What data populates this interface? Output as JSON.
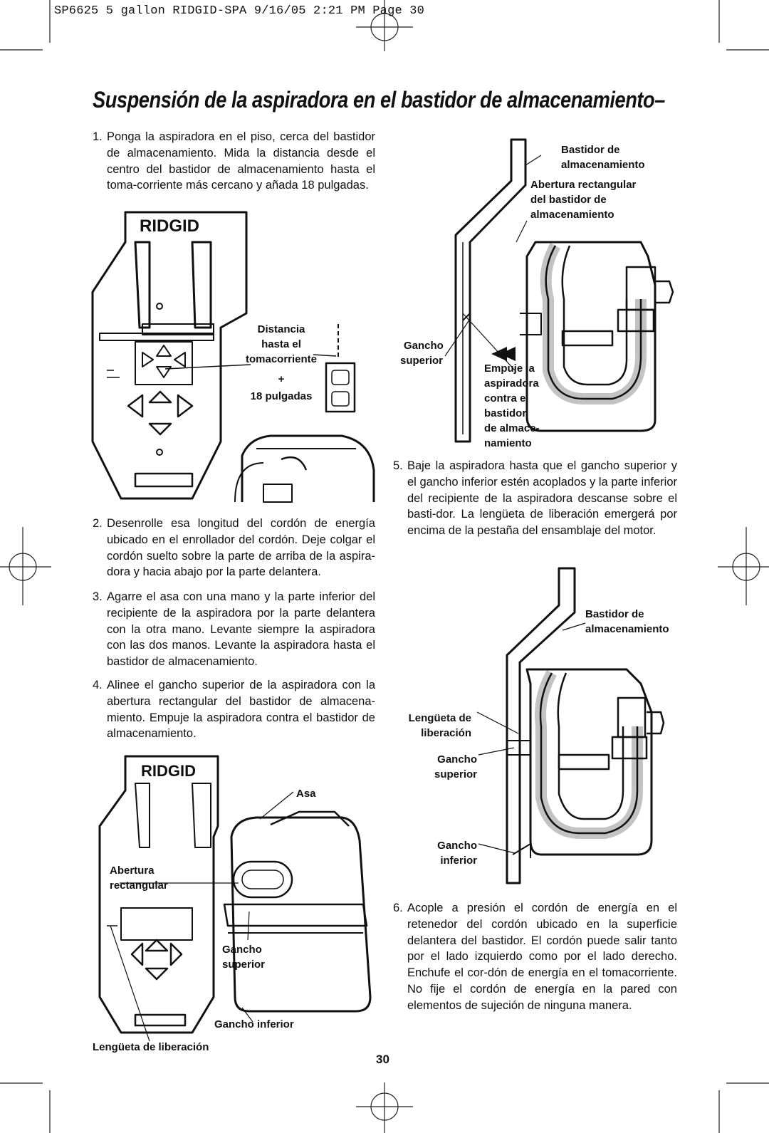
{
  "header": {
    "slug": "SP6625 5 gallon RIDGID-SPA  9/16/05  2:21 PM  Page 30"
  },
  "title": "Suspensión de la aspiradora en el bastidor de almacenamiento–",
  "steps": [
    {
      "num": "1.",
      "text": "Ponga la aspiradora en el piso, cerca del bastidor de almacenamiento. Mida la distancia desde el centro del bastidor de almacenamiento hasta el toma-corriente más cercano y añada 18 pulgadas."
    },
    {
      "num": "2.",
      "text": "Desenrolle esa longitud del cordón de energía ubicado en el enrollador del cordón. Deje colgar el cordón suelto sobre la parte de arriba de la aspira-dora y hacia abajo por la parte delantera."
    },
    {
      "num": "3.",
      "text": "Agarre el asa con una mano y la parte inferior del recipiente de la aspiradora por la parte delantera con la otra mano. Levante siempre la aspiradora con las dos manos. Levante la aspiradora hasta el bastidor de almacenamiento."
    },
    {
      "num": "4.",
      "text": "Alinee el gancho superior de la aspiradora con la abertura rectangular del bastidor de almacena-miento. Empuje la aspiradora contra el bastidor de almacenamiento."
    },
    {
      "num": "5.",
      "text": "Baje la aspiradora hasta que el gancho superior y el gancho inferior estén acoplados y la parte inferior del recipiente de la aspiradora descanse sobre el basti-dor. La lengüeta de liberación emergerá por encima de la pestaña del ensamblaje del motor."
    },
    {
      "num": "6.",
      "text": "Acople a presión el cordón de energía en el retenedor del cordón ubicado en la superficie delantera del bastidor. El cordón puede salir tanto por el lado izquierdo como por el lado derecho. Enchufe el cor-dón de energía en el tomacorriente. No fije el cordón de energía en la pared con elementos de sujeción de ninguna manera."
    }
  ],
  "fig1": {
    "brand": "RIDGID",
    "distancia": "Distancia",
    "hasta_el": "hasta el",
    "tomacorriente": "tomacorriente",
    "plus": "+",
    "pulgadas": "18 pulgadas"
  },
  "fig2": {
    "bastidor_1": "Bastidor de",
    "bastidor_2": "almacenamiento",
    "abertura_1": "Abertura rectangular",
    "abertura_2": "del bastidor de",
    "abertura_3": "almacenamiento",
    "gancho_1": "Gancho",
    "gancho_2": "superior",
    "empuje": [
      "Empuje la",
      "aspiradora",
      "contra el",
      "bastidor",
      "de almace-",
      "namiento"
    ]
  },
  "fig3": {
    "brand": "RIDGID",
    "asa": "Asa",
    "abertura_1": "Abertura",
    "abertura_2": "rectangular",
    "gancho_sup_1": "Gancho",
    "gancho_sup_2": "superior",
    "gancho_inf": "Gancho inferior",
    "lengueta": "Lengüeta de liberación"
  },
  "fig4": {
    "bastidor_1": "Bastidor de",
    "bastidor_2": "almacenamiento",
    "lengueta_1": "Lengüeta de",
    "lengueta_2": "liberación",
    "gancho_sup_1": "Gancho",
    "gancho_sup_2": "superior",
    "gancho_inf_1": "Gancho",
    "gancho_inf_2": "inferior"
  },
  "page_number": "30"
}
